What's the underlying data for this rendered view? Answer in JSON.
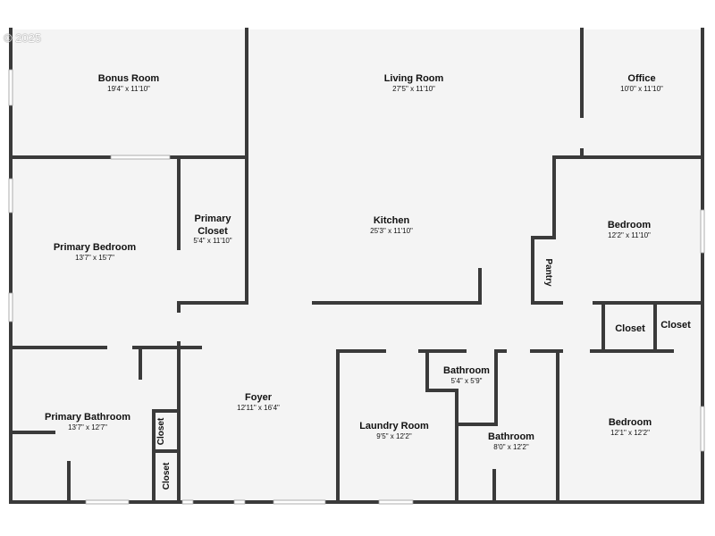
{
  "watermark": "© 2025",
  "colors": {
    "floor": "#f4f4f4",
    "wall": "#3a3a3a",
    "background": "#ffffff"
  },
  "rooms": {
    "bonus_room": {
      "name": "Bonus Room",
      "dims": "19'4\" x 11'10\""
    },
    "living_room": {
      "name": "Living Room",
      "dims": "27'5\" x 11'10\""
    },
    "office": {
      "name": "Office",
      "dims": "10'0\" x 11'10\""
    },
    "primary_closet": {
      "name_line1": "Primary",
      "name_line2": "Closet",
      "dims": "5'4\" x 11'10\""
    },
    "kitchen": {
      "name": "Kitchen",
      "dims": "25'3\" x 11'10\""
    },
    "bedroom_1": {
      "name": "Bedroom",
      "dims": "12'2\" x 11'10\""
    },
    "primary_bedroom": {
      "name": "Primary Bedroom",
      "dims": "13'7\" x 15'7\""
    },
    "pantry": {
      "name": "Pantry"
    },
    "closet_a": {
      "name": "Closet"
    },
    "closet_b": {
      "name": "Closet"
    },
    "foyer": {
      "name": "Foyer",
      "dims": "12'11\" x 16'4\""
    },
    "primary_bathroom": {
      "name": "Primary Bathroom",
      "dims": "13'7\" x 12'7\""
    },
    "closet_c": {
      "name": "Closet"
    },
    "closet_d": {
      "name": "Closet"
    },
    "laundry_room": {
      "name": "Laundry Room",
      "dims": "9'5\" x 12'2\""
    },
    "bathroom_1": {
      "name": "Bathroom",
      "dims": "5'4\" x 5'9\""
    },
    "bathroom_2": {
      "name": "Bathroom",
      "dims": "8'0\" x 12'2\""
    },
    "bedroom_2": {
      "name": "Bedroom",
      "dims": "12'1\" x 12'2\""
    }
  }
}
